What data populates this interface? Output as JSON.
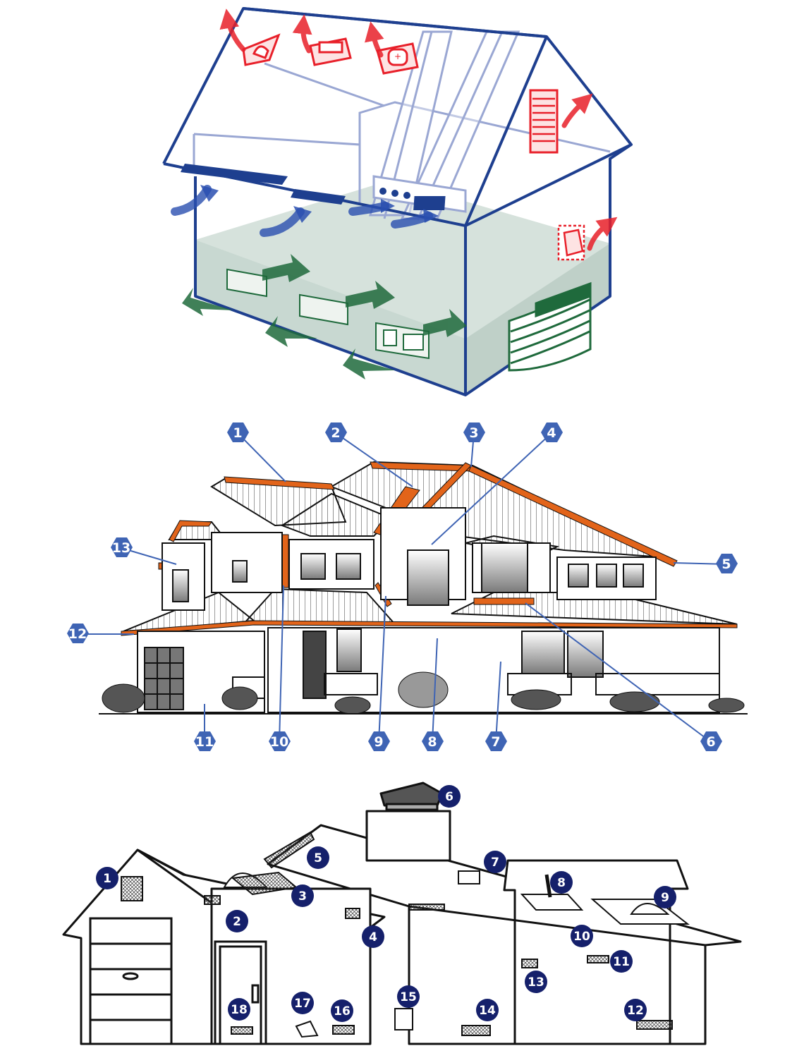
{
  "colors": {
    "outline_blue": "#1e3f8f",
    "exhaust_red": "#e8202a",
    "intake_blue": "#2a4fb0",
    "intake_green": "#1f6a3c",
    "floor_tint": "#c9d9d2",
    "trim_orange": "#e2641a",
    "hex_badge": "#3f64b4",
    "dot_badge": "#15206b",
    "line_black": "#111111"
  },
  "icons": [
    "exhaust-arrow-icon",
    "intake-arrow-icon",
    "roof-vent-icon",
    "gable-louver-icon",
    "wall-vent-icon",
    "foundation-vent-icon"
  ],
  "middle_callouts": [
    {
      "id": "callout-1",
      "label": "1"
    },
    {
      "id": "callout-2",
      "label": "2"
    },
    {
      "id": "callout-3",
      "label": "3"
    },
    {
      "id": "callout-4",
      "label": "4"
    },
    {
      "id": "callout-5",
      "label": "5"
    },
    {
      "id": "callout-6",
      "label": "6"
    },
    {
      "id": "callout-7",
      "label": "7"
    },
    {
      "id": "callout-8",
      "label": "8"
    },
    {
      "id": "callout-9",
      "label": "9"
    },
    {
      "id": "callout-10",
      "label": "10"
    },
    {
      "id": "callout-11",
      "label": "11"
    },
    {
      "id": "callout-12",
      "label": "12"
    },
    {
      "id": "callout-13",
      "label": "13"
    }
  ],
  "bottom_callouts": [
    {
      "id": "vent-1",
      "label": "1"
    },
    {
      "id": "vent-2",
      "label": "2"
    },
    {
      "id": "vent-3",
      "label": "3"
    },
    {
      "id": "vent-4",
      "label": "4"
    },
    {
      "id": "vent-5",
      "label": "5"
    },
    {
      "id": "vent-6",
      "label": "6"
    },
    {
      "id": "vent-7",
      "label": "7"
    },
    {
      "id": "vent-8",
      "label": "8"
    },
    {
      "id": "vent-9",
      "label": "9"
    },
    {
      "id": "vent-10",
      "label": "10"
    },
    {
      "id": "vent-11",
      "label": "11"
    },
    {
      "id": "vent-12",
      "label": "12"
    },
    {
      "id": "vent-13",
      "label": "13"
    },
    {
      "id": "vent-14",
      "label": "14"
    },
    {
      "id": "vent-15",
      "label": "15"
    },
    {
      "id": "vent-16",
      "label": "16"
    },
    {
      "id": "vent-17",
      "label": "17"
    },
    {
      "id": "vent-18",
      "label": "18"
    }
  ]
}
